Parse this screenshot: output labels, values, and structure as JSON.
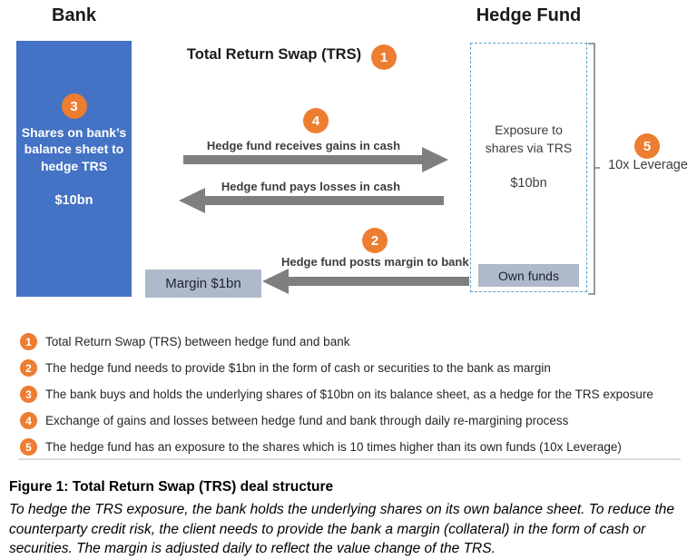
{
  "diagram": {
    "bank": {
      "title": "Bank",
      "badge": "3",
      "box_text": "Shares on bank’s balance sheet to hedge TRS",
      "amount": "$10bn"
    },
    "trs_title": {
      "text": "Total Return Swap (TRS)",
      "badge": "1"
    },
    "arrows": {
      "gains": {
        "badge": "4",
        "label": "Hedge fund receives gains in cash"
      },
      "losses": {
        "label": "Hedge fund pays losses in cash"
      },
      "margin": {
        "badge": "2",
        "label": "Hedge fund posts margin to bank"
      }
    },
    "margin_box_label": "Margin $1bn",
    "hedge_fund": {
      "title": "Hedge Fund",
      "exposure_text": "Exposure to shares via TRS",
      "amount": "$10bn",
      "own_funds_label": "Own funds"
    },
    "leverage": {
      "badge": "5",
      "label": "10x Leverage"
    }
  },
  "legend": [
    {
      "num": "1",
      "text": "Total Return Swap (TRS) between hedge fund and bank"
    },
    {
      "num": "2",
      "text": "The hedge fund needs to provide $1bn in the form of cash or securities to the bank as margin"
    },
    {
      "num": "3",
      "text": "The bank buys and holds the underlying shares of $10bn on its balance sheet, as a hedge for the TRS exposure"
    },
    {
      "num": "4",
      "text": "Exchange of gains and losses between hedge fund and bank through daily re-margining process"
    },
    {
      "num": "5",
      "text": "The hedge fund has an exposure to the shares which is 10 times higher than its own funds (10x Leverage)"
    }
  ],
  "caption": {
    "title": "Figure 1: Total Return Swap (TRS) deal structure",
    "body": "To hedge the TRS exposure, the bank holds the underlying shares on its own balance sheet. To reduce the counterparty credit risk, the client needs to provide the bank a margin (collateral) in the form of cash or securities. The margin is adjusted daily to reflect the value change of the TRS."
  },
  "colors": {
    "bank_box_blue": "#4472C4",
    "badge_orange": "#ED7D31",
    "arrow_gray": "#7F7F7F",
    "gray_blue_box": "#AEB9CA",
    "dashed_border_blue": "#5BA3D0"
  }
}
